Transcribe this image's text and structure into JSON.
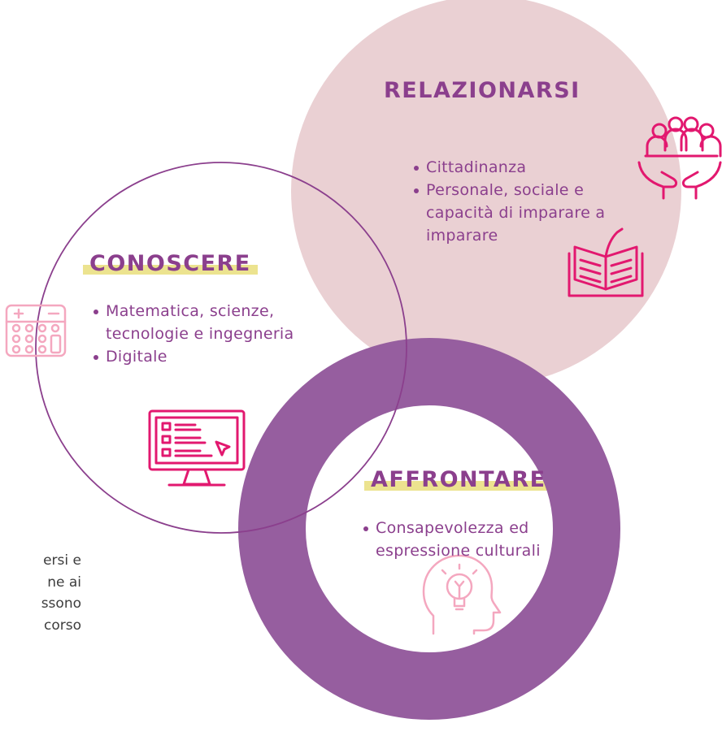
{
  "colors": {
    "pink_circle": "#ead0d3",
    "purple_ring": "#965e9f",
    "outline": "#8b3f8d",
    "title_text": "#8b3f8d",
    "highlight": "#ece38f",
    "icon_magenta": "#e2186f",
    "icon_pink": "#f4a7bf"
  },
  "sections": {
    "relazionarsi": {
      "title": "RELAZIONARSI",
      "items": [
        "Cittadinanza",
        "Personale, sociale e",
        "capacità di imparare a",
        "imparare"
      ]
    },
    "conoscere": {
      "title": "CONOSCERE",
      "items": [
        "Matematica, scienze,",
        "tecnologie e ingegneria",
        "Digitale"
      ]
    },
    "affrontare": {
      "title": "AFFRONTARE",
      "items": [
        "Consapevolezza ed",
        "espressione culturali"
      ]
    }
  },
  "side_text": [
    "ersi e",
    "ne ai",
    "ssono",
    "corso"
  ],
  "icons": [
    "people-in-hands-icon",
    "open-book-icon",
    "calculator-icon",
    "monitor-list-icon",
    "head-lightbulb-icon"
  ]
}
